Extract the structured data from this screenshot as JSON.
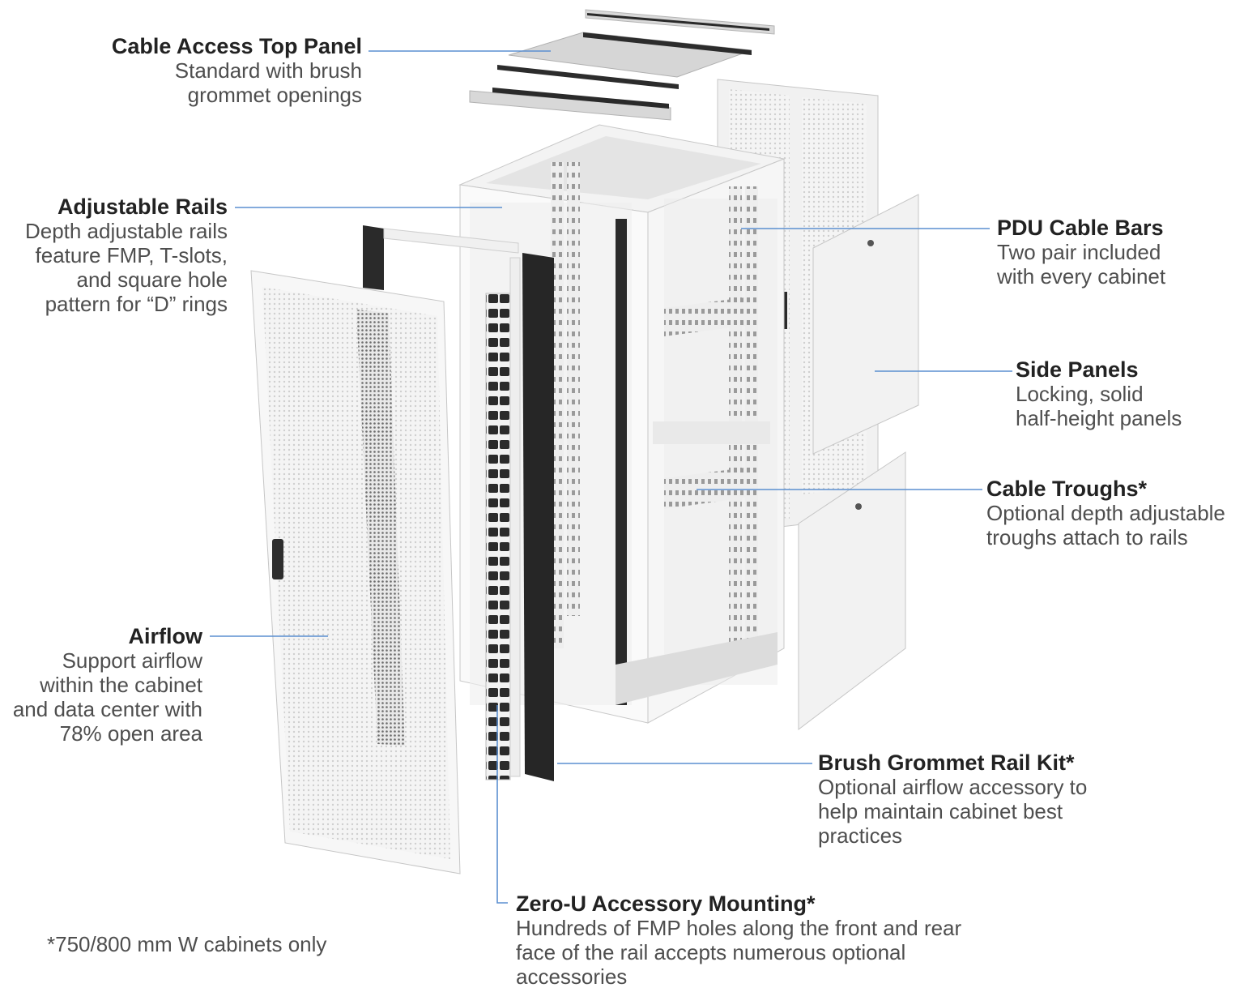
{
  "callouts": {
    "top_panel": {
      "title": "Cable Access Top Panel",
      "lines": [
        "Standard with brush",
        "grommet openings"
      ]
    },
    "rails": {
      "title": "Adjustable Rails",
      "lines": [
        "Depth adjustable  rails",
        "feature FMP, T-slots,",
        "and square hole",
        "pattern for “D” rings"
      ]
    },
    "airflow": {
      "title": "Airflow",
      "lines": [
        "Support airflow",
        "within the cabinet",
        "and data center with",
        "78% open area"
      ]
    },
    "pdu": {
      "title": "PDU Cable Bars",
      "lines": [
        "Two pair included",
        "with every cabinet"
      ]
    },
    "side_panels": {
      "title": "Side Panels",
      "lines": [
        "Locking, solid",
        "half-height panels"
      ]
    },
    "troughs": {
      "title": "Cable Troughs*",
      "lines": [
        "Optional depth adjustable",
        "troughs attach to rails"
      ]
    },
    "brush_kit": {
      "title": "Brush Grommet Rail Kit*",
      "lines": [
        "Optional airflow accessory to",
        "help maintain cabinet best",
        "practices"
      ]
    },
    "zero_u": {
      "title": "Zero-U Accessory Mounting*",
      "lines": [
        "Hundreds of FMP holes along the front and rear",
        "face of the rail accepts numerous optional",
        "accessories"
      ]
    }
  },
  "footnote": "*750/800 mm W cabinets only",
  "colors": {
    "leader": "#5b8fd0",
    "title": "#222222",
    "body": "#4e4e4e"
  }
}
